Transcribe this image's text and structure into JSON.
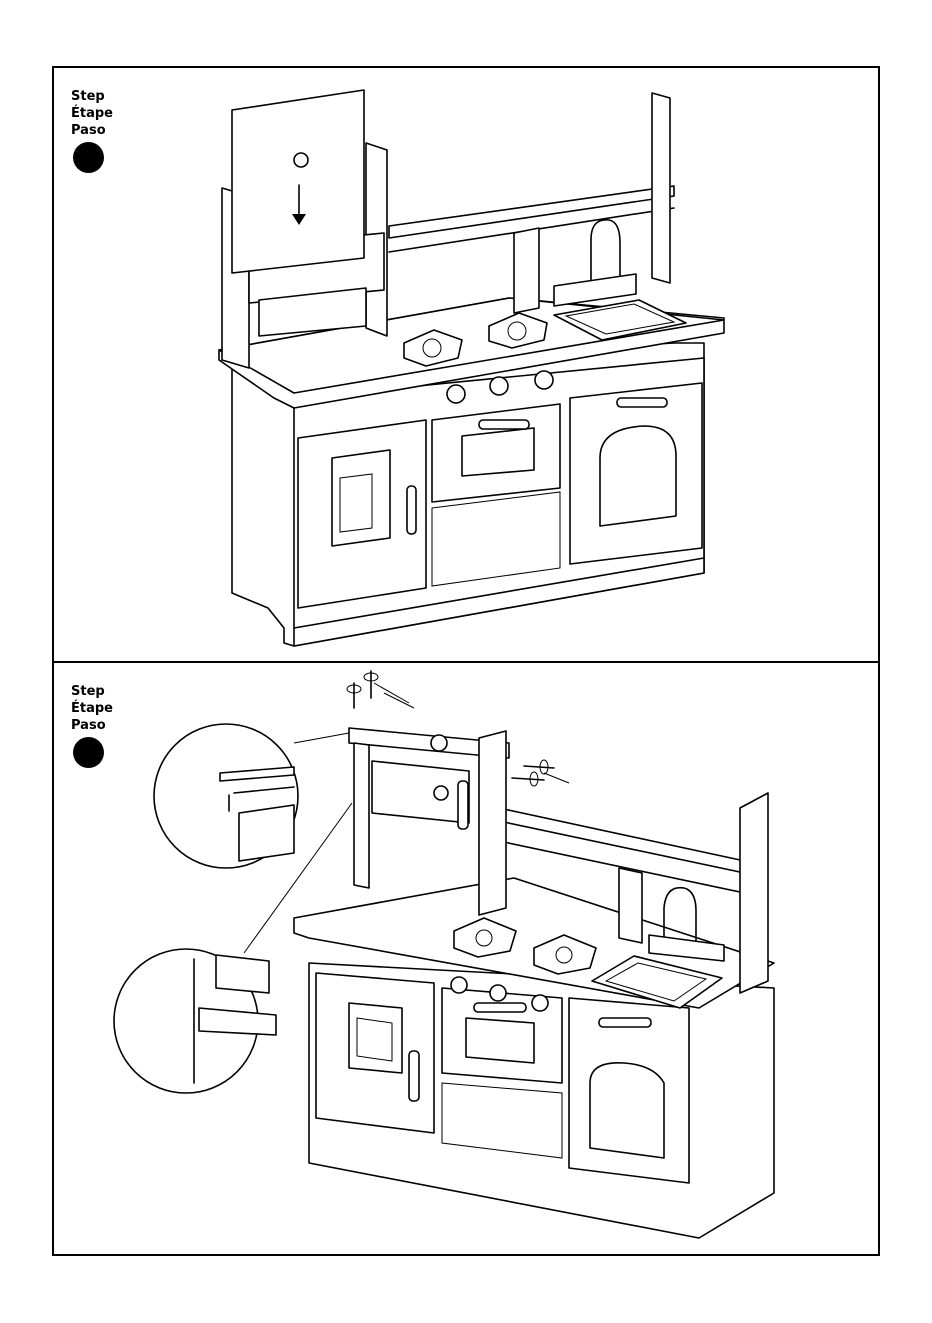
{
  "steps": [
    {
      "label_en": "Step",
      "label_fr": "Étape",
      "label_es": "Paso"
    },
    {
      "label_en": "Step",
      "label_fr": "Étape",
      "label_es": "Paso"
    }
  ],
  "icons": {
    "step_marker": "filled-circle-icon",
    "arrow": "arrow-down-icon",
    "screw": "screw-icon"
  },
  "colors": {
    "line": "#000000",
    "background": "#ffffff"
  }
}
